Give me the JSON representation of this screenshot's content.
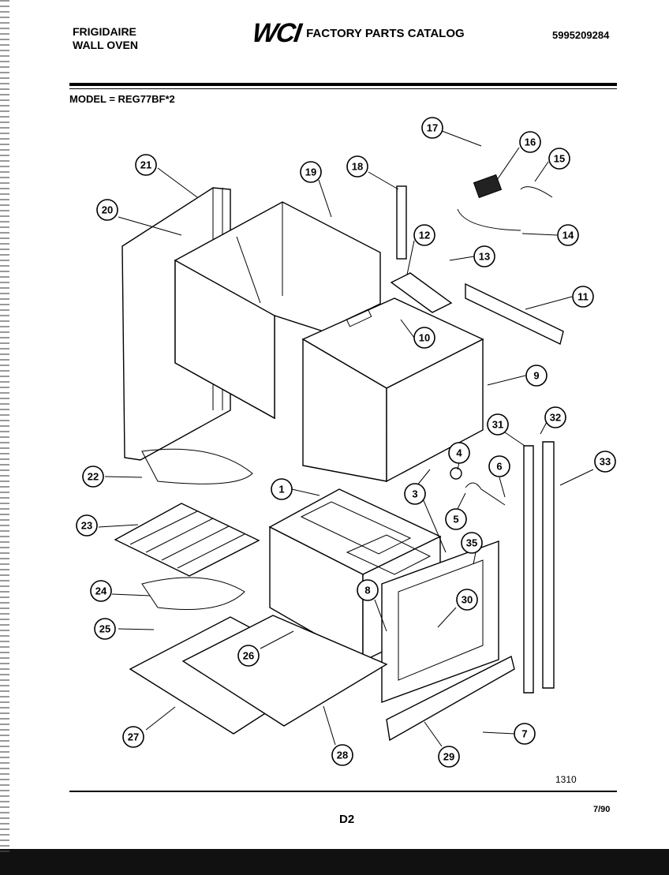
{
  "header": {
    "brand_line1": "FRIGIDAIRE",
    "brand_line2": "WALL OVEN",
    "logo": "WCI",
    "catalog_title": "FACTORY PARTS CATALOG",
    "part_number": "5995209284",
    "model": "MODEL = REG77BF*2"
  },
  "footer": {
    "page": "D2",
    "date": "7/90",
    "code": "1310"
  },
  "callouts": [
    {
      "id": "c1",
      "label": "1"
    },
    {
      "id": "c3",
      "label": "3"
    },
    {
      "id": "c4",
      "label": "4"
    },
    {
      "id": "c5",
      "label": "5"
    },
    {
      "id": "c6",
      "label": "6"
    },
    {
      "id": "c7",
      "label": "7"
    },
    {
      "id": "c8",
      "label": "8"
    },
    {
      "id": "c9",
      "label": "9"
    },
    {
      "id": "c10",
      "label": "10"
    },
    {
      "id": "c11",
      "label": "11"
    },
    {
      "id": "c12",
      "label": "12"
    },
    {
      "id": "c13",
      "label": "13"
    },
    {
      "id": "c14",
      "label": "14"
    },
    {
      "id": "c15",
      "label": "15"
    },
    {
      "id": "c16",
      "label": "16"
    },
    {
      "id": "c17",
      "label": "17"
    },
    {
      "id": "c18",
      "label": "18"
    },
    {
      "id": "c19",
      "label": "19"
    },
    {
      "id": "c20",
      "label": "20"
    },
    {
      "id": "c21",
      "label": "21"
    },
    {
      "id": "c22",
      "label": "22"
    },
    {
      "id": "c23",
      "label": "23"
    },
    {
      "id": "c24",
      "label": "24"
    },
    {
      "id": "c25",
      "label": "25"
    },
    {
      "id": "c26",
      "label": "26"
    },
    {
      "id": "c27",
      "label": "27"
    },
    {
      "id": "c28",
      "label": "28"
    },
    {
      "id": "c29",
      "label": "29"
    },
    {
      "id": "c30",
      "label": "30"
    },
    {
      "id": "c31",
      "label": "31"
    },
    {
      "id": "c32",
      "label": "32"
    },
    {
      "id": "c33",
      "label": "33"
    },
    {
      "id": "c35",
      "label": "35"
    }
  ]
}
